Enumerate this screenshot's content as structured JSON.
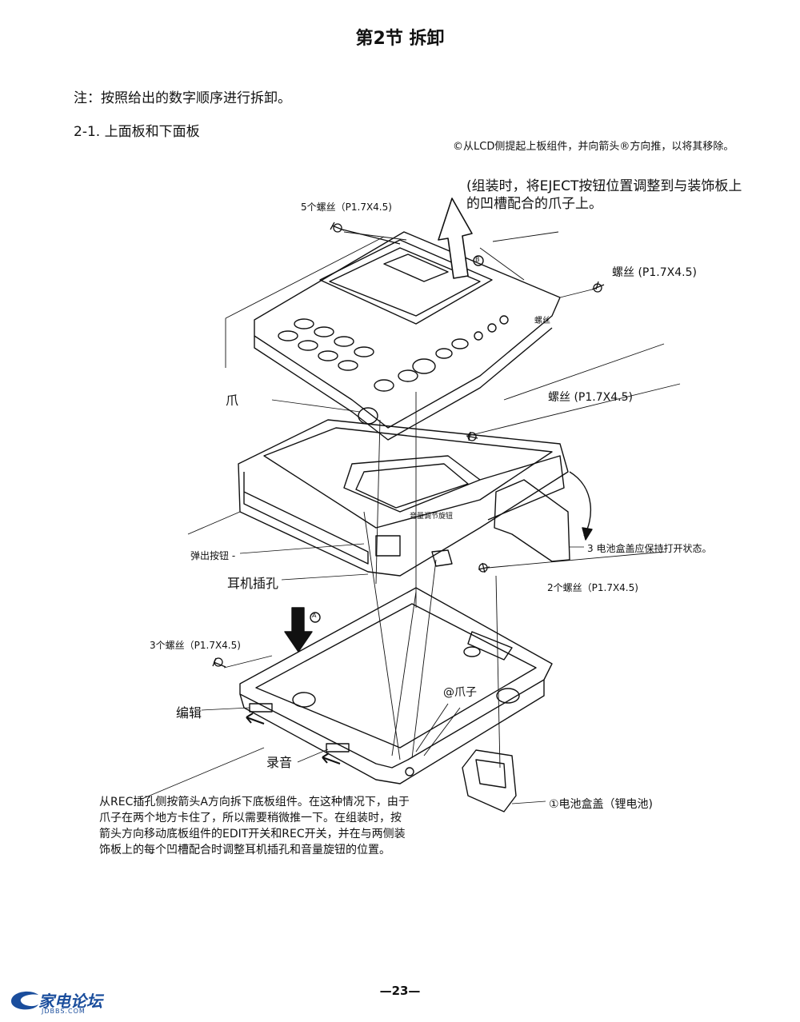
{
  "title": "第2节 拆卸",
  "note": "注：按照给出的数字顺序进行拆卸。",
  "section": "2-1. 上面板和下面板",
  "instruction_b": "©从LCD侧提起上板组件，并向箭头®方向推，以将其移除。",
  "assembly_note": "(组装时，将EJECT按钮位置调整到与装饰板上的凹槽配合的爪子上。",
  "labels": {
    "screws5": "5个螺丝（P1.7X4.5)",
    "screw_right": "螺丝 (P1.7X4.5)",
    "screw_small": "螺丝",
    "claw": "爪",
    "screw_mid": "螺丝 (P1.7X4.5)",
    "volume_knob": "音量调节旋钮",
    "eject_button": "弹出按钮 -",
    "battery_lid_open": "3 电池盒盖应保持打开状态。",
    "headphone_jack": "耳机插孔",
    "screws2": "2个螺丝（P1.7X4.5)",
    "screws3": "3个螺丝（P1.7X4.5)",
    "claws": "@爪子",
    "edit": "编辑",
    "record": "录音",
    "battery_lid": "①电池盒盖（锂电池)",
    "marker_a": "A",
    "marker_b": "B"
  },
  "bottom_paragraph": "从REC插孔侧按箭头A方向拆下底板组件。在这种情况下，由于爪子在两个地方卡住了，所以需要稍微推一下。在组装时，按箭头方向移动底板组件的EDIT开关和REC开关，并在与两侧装饰板上的每个凹槽配合时调整耳机插孔和音量旋钮的位置。",
  "page_number": "—23—",
  "logo": {
    "name": "家电论坛",
    "url_text": "JDBBS.COM",
    "color": "#1a4d9c"
  }
}
